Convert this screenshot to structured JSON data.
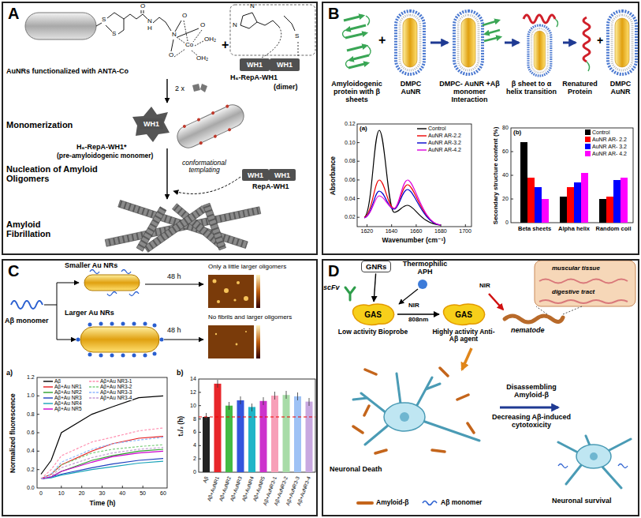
{
  "diagram": {
    "nodes": [
      {
        "text": [
          "A"
        ]
      },
      {
        "text": [
          "WH1"
        ],
        "in": 0
      },
      {
        "text": [
          "WH1"
        ],
        "in": 0
      },
      {
        "text": [
          "WH1"
        ],
        "in": 0
      },
      {
        "text": [
          "WH1"
        ],
        "in": 0
      },
      {
        "text": [
          "WH1"
        ],
        "in": 0
      },
      {
        "text": [
          "B"
        ]
      },
      {
        "text": [
          "C"
        ]
      },
      {
        "text": [
          "D"
        ]
      },
      {
        "text": [
          "GNRs"
        ],
        "in": 8
      },
      {
        "text": [
          "GAS",
          "Low activity Bioprobe"
        ],
        "in": 8
      },
      {
        "text": [
          "GAS",
          "Highly activity Anti-Aβ agent"
        ],
        "in": 8
      }
    ],
    "edges": [
      {
        "from": 9,
        "to": 10,
        "arrow": "to"
      },
      {
        "from": 10,
        "to": 11,
        "arrow": "to",
        "label": "808nm"
      }
    ],
    "labels": [
      "AuNRs functionalized with ANTA-Co",
      "S",
      "S",
      "O",
      "N",
      "H",
      "N",
      "Co",
      "O",
      "O",
      "O",
      "OH₂",
      "OH₂",
      "+",
      "N",
      "N",
      "S",
      "H₆-RepA-WH1",
      "(dimer)",
      "2 x",
      "Monomerization",
      "H₆-RepA-WH1*",
      "(pre-amyloidogenic monomer)",
      "Nucleation of Amyloid Oligomers",
      "conformational templating",
      "RepA-WH1",
      "Amyloid Fibrillation",
      "+",
      "Amyloidogenic protein with β sheets",
      "DMPC AuNR",
      "DMPC- AuNR +Aβ monomer Interaction",
      "β sheet to α helix transition",
      "Renatured Protein",
      "+",
      "DMPC AuNR",
      "(a)",
      "Absorbance",
      "0.02",
      "0.04",
      "0.06",
      "0.08",
      "0.10",
      "0.12",
      "1620",
      "1640",
      "1660",
      "1680",
      "1700",
      "Wavenumber (cm⁻¹)",
      "(b)",
      "Secondary structure content (%)",
      "0",
      "20",
      "40",
      "60",
      "80",
      "Beta sheets",
      "Alpha helix",
      "Random coil",
      "Smaller Au NRs",
      "Larger Au NRs",
      "Aβ monomer",
      "48 h",
      "48 h",
      "Only a little larger oligomers",
      "No fibrils and larger oligomers",
      "a)",
      "Normalized fluorescence",
      "0.0",
      "0.2",
      "0.4",
      "0.6",
      "0.8",
      "1.0",
      "1.2",
      "0",
      "10",
      "20",
      "30",
      "40",
      "50",
      "60",
      "Time (h)",
      "b)",
      "t₁/₂ (h)",
      "0",
      "2",
      "4",
      "6",
      "8",
      "10",
      "12",
      "14",
      "Aβ",
      "Aβ+AuNR1",
      "Aβ+AuNR2",
      "Aβ+AuNR3",
      "Aβ+AuNR4",
      "Aβ+AuNR5",
      "Aβ+AuNR3-1",
      "Aβ+AuNR3-2",
      "Aβ+AuNR3-3",
      "Aβ+AuNR3-4",
      "scFv",
      "Thermophilic APH",
      "NIR",
      "NIR",
      "muscular tissue",
      "digestive tract",
      "nematode",
      "Disassembling Amyloid-β",
      "Decreasing Aβ-induced cytotoxicity",
      "Neuronal Death",
      "Neuronal survival"
    ],
    "legend": [
      {
        "text": "Control"
      },
      {
        "text": "AuNR AR-2.2"
      },
      {
        "text": "AuNR AR-3.2"
      },
      {
        "text": "AuNR AR-4.2"
      },
      {
        "text": "Control",
        "color": "#000000"
      },
      {
        "text": "AuNR AR- 2.2",
        "color": "#ff0000"
      },
      {
        "text": "AuNR AR- 3.2",
        "color": "#0000ff"
      },
      {
        "text": "AuNR AR- 4.2",
        "color": "#ff00ff"
      },
      {
        "text": "Aβ"
      },
      {
        "text": "Aβ+Au NR1"
      },
      {
        "text": "Aβ+Au NR2"
      },
      {
        "text": "Aβ+Au NR3"
      },
      {
        "text": "Aβ+Au NR4"
      },
      {
        "text": "Aβ+Au NR5"
      },
      {
        "text": "Aβ+Au NR3-1"
      },
      {
        "text": "Aβ+Au NR3-2"
      },
      {
        "text": "Aβ+Au NR3-3"
      },
      {
        "text": "Aβ+Au NR3-4"
      },
      {
        "text": "Amyloid-β"
      },
      {
        "text": "Aβ monomer"
      }
    ]
  }
}
